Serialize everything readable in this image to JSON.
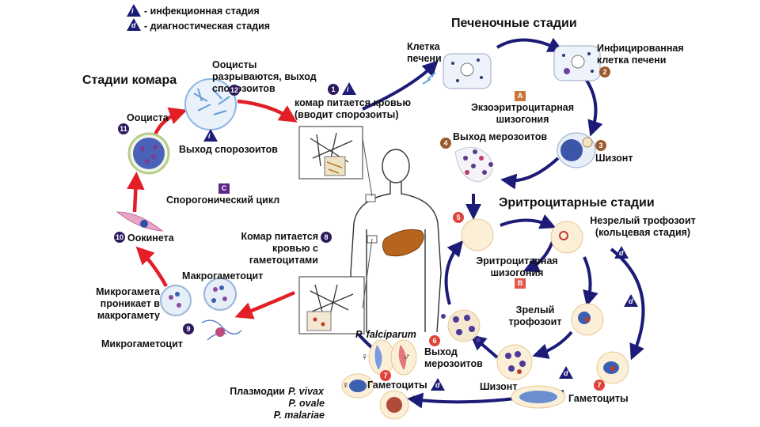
{
  "legend": {
    "infective": "- инфекционная стадия",
    "diagnostic": "- диагностическая стадия",
    "infective_mark": "i",
    "diagnostic_mark": "d"
  },
  "sections": {
    "mosquito": "Стадии комара",
    "liver": "Печеночные стадии",
    "erythrocytic": "Эритроцитарные стадии"
  },
  "labels": {
    "oocyst_rupture": "Ооцисты разрываются, выход спорозоитов",
    "oocyst": "Ооциста",
    "sporozoite_release": "Выход спорозоитов",
    "sporogonic": "Спорогонический цикл",
    "ookinete": "Оокинета",
    "macrogametocyte": "Макрогаметоцит",
    "microgamete": "Микрогамета проникает в макрогамету",
    "microgametocyte": "Микрогаметоцит",
    "mosquito_bite": "комар питается кровью (вводит спорозоиты)",
    "mosquito_gametocytes": "Комар питается кровью с гаметоцитами",
    "liver_cell": "Клетка печени",
    "infected_liver_cell": "Инфицированная клетка печени",
    "exoerythrocytic": "Экзоэритроцитарная шизогония",
    "merozoite_release": "Выход мерозоитов",
    "schizont_liver": "Шизонт",
    "immature_troph": "Незрелый трофозоит (кольцевая стадия)",
    "erythrocytic_schizogony": "Эритроцитарная шизогония",
    "mature_troph": "Зрелый трофозоит",
    "merozoite_release_2": "Выход мерозоитов",
    "schizont_blood": "Шизонт",
    "gametocytes": "Гаметоциты",
    "gametocytes_2": "Гаметоциты",
    "falciparum": "P. falciparum",
    "plasmodia": "Плазмодии",
    "vivax": "P. vivax",
    "ovale": "P. ovale",
    "malariae": "P. malariae",
    "female": "♀",
    "male": "♂"
  },
  "step_numbers": [
    "1",
    "2",
    "3",
    "4",
    "5",
    "6",
    "7",
    "8",
    "9",
    "10",
    "11",
    "12"
  ],
  "stage_marks": {
    "A": "A",
    "B": "B",
    "C": "C"
  },
  "colors": {
    "arrow_blue": "#1c1b78",
    "arrow_red": "#e21f26",
    "step_dark": "#2e1a5e",
    "step_red": "#e0433a",
    "liver": "#b5651d"
  }
}
